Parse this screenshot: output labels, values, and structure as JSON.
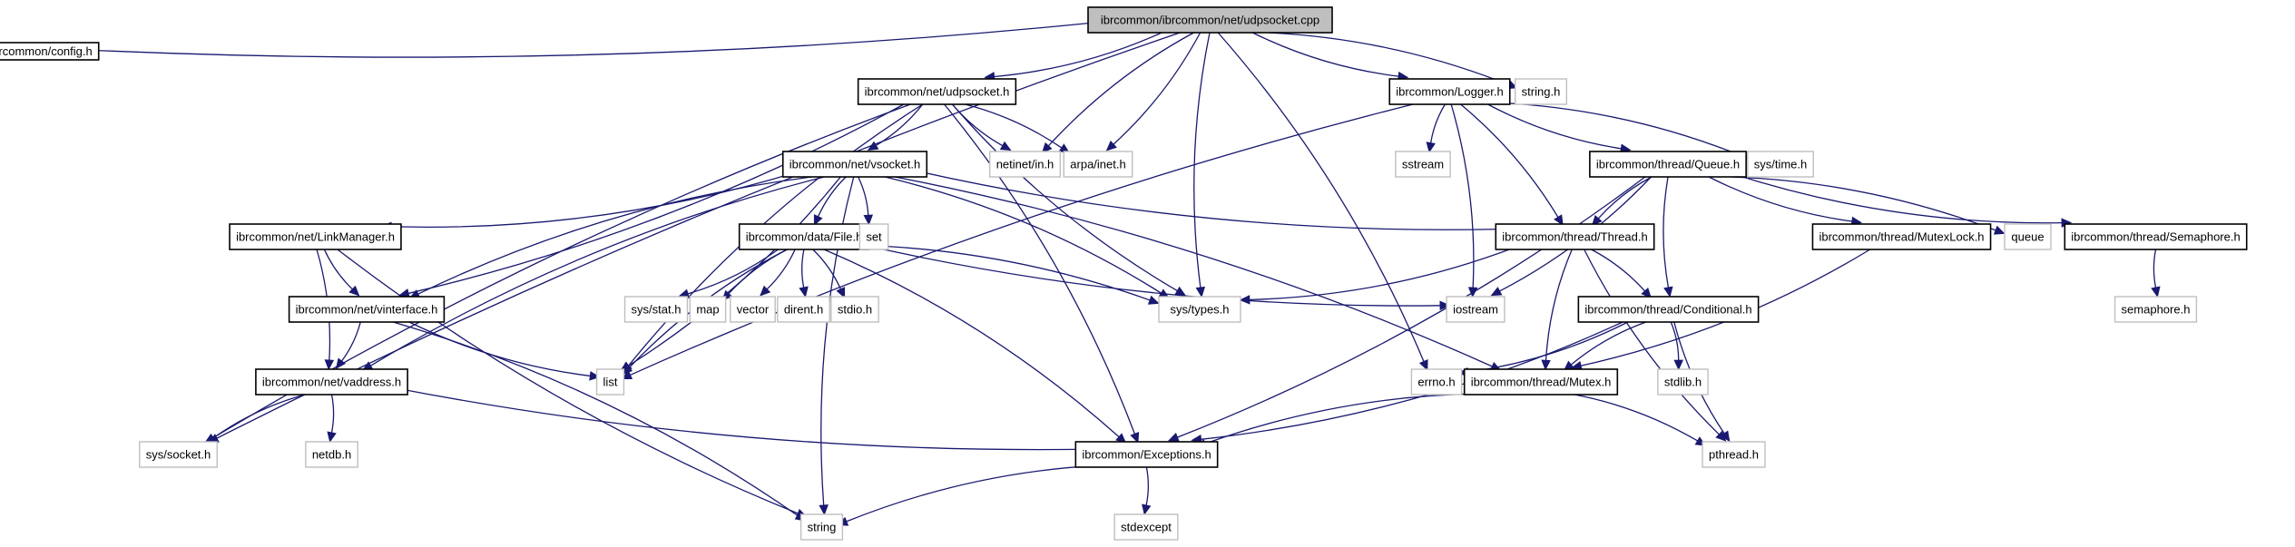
{
  "title": "ibrcommon/ibrcommon/net/udpsocket.cpp",
  "colors": {
    "edge": "#191970",
    "root_fill": "#bfbfbf",
    "internal_border": "#000000",
    "external_border": "#bfbfbf"
  },
  "nodes": [
    {
      "id": "root",
      "label": "ibrcommon/ibrcommon/net/udpsocket.cpp",
      "kind": "root"
    },
    {
      "id": "config",
      "label": "ibrcommon/config.h",
      "kind": "internal"
    },
    {
      "id": "udpsocket_h",
      "label": "ibrcommon/net/udpsocket.h",
      "kind": "internal"
    },
    {
      "id": "logger",
      "label": "ibrcommon/Logger.h",
      "kind": "internal"
    },
    {
      "id": "string_h",
      "label": "string.h",
      "kind": "external"
    },
    {
      "id": "vsocket",
      "label": "ibrcommon/net/vsocket.h",
      "kind": "internal"
    },
    {
      "id": "netinet",
      "label": "netinet/in.h",
      "kind": "external"
    },
    {
      "id": "arpa",
      "label": "arpa/inet.h",
      "kind": "external"
    },
    {
      "id": "sstream",
      "label": "sstream",
      "kind": "external"
    },
    {
      "id": "queue_h",
      "label": "ibrcommon/thread/Queue.h",
      "kind": "internal"
    },
    {
      "id": "systime",
      "label": "sys/time.h",
      "kind": "external"
    },
    {
      "id": "linkmanager",
      "label": "ibrcommon/net/LinkManager.h",
      "kind": "internal"
    },
    {
      "id": "file",
      "label": "ibrcommon/data/File.h",
      "kind": "internal"
    },
    {
      "id": "set",
      "label": "set",
      "kind": "external"
    },
    {
      "id": "thread",
      "label": "ibrcommon/thread/Thread.h",
      "kind": "internal"
    },
    {
      "id": "mutexlock",
      "label": "ibrcommon/thread/MutexLock.h",
      "kind": "internal"
    },
    {
      "id": "queue",
      "label": "queue",
      "kind": "external"
    },
    {
      "id": "semaphore_h",
      "label": "ibrcommon/thread/Semaphore.h",
      "kind": "internal"
    },
    {
      "id": "vinterface",
      "label": "ibrcommon/net/vinterface.h",
      "kind": "internal"
    },
    {
      "id": "sysstat",
      "label": "sys/stat.h",
      "kind": "external"
    },
    {
      "id": "map",
      "label": "map",
      "kind": "external"
    },
    {
      "id": "vector",
      "label": "vector",
      "kind": "external"
    },
    {
      "id": "dirent",
      "label": "dirent.h",
      "kind": "external"
    },
    {
      "id": "stdio",
      "label": "stdio.h",
      "kind": "external"
    },
    {
      "id": "systypes",
      "label": "sys/types.h",
      "kind": "external"
    },
    {
      "id": "iostream",
      "label": "iostream",
      "kind": "external"
    },
    {
      "id": "conditional",
      "label": "ibrcommon/thread/Conditional.h",
      "kind": "internal"
    },
    {
      "id": "semaphore",
      "label": "semaphore.h",
      "kind": "external"
    },
    {
      "id": "vaddress",
      "label": "ibrcommon/net/vaddress.h",
      "kind": "internal"
    },
    {
      "id": "list",
      "label": "list",
      "kind": "external"
    },
    {
      "id": "errno",
      "label": "errno.h",
      "kind": "external"
    },
    {
      "id": "mutex",
      "label": "ibrcommon/thread/Mutex.h",
      "kind": "internal"
    },
    {
      "id": "stdlib",
      "label": "stdlib.h",
      "kind": "external"
    },
    {
      "id": "syssocket",
      "label": "sys/socket.h",
      "kind": "external"
    },
    {
      "id": "netdb",
      "label": "netdb.h",
      "kind": "external"
    },
    {
      "id": "exceptions",
      "label": "ibrcommon/Exceptions.h",
      "kind": "internal"
    },
    {
      "id": "pthread",
      "label": "pthread.h",
      "kind": "external"
    },
    {
      "id": "string",
      "label": "string",
      "kind": "external"
    },
    {
      "id": "stdexcept",
      "label": "stdexcept",
      "kind": "external"
    }
  ],
  "edges": [
    [
      "root",
      "config"
    ],
    [
      "root",
      "syssocket"
    ],
    [
      "root",
      "udpsocket_h"
    ],
    [
      "root",
      "netinet"
    ],
    [
      "root",
      "arpa"
    ],
    [
      "root",
      "systypes"
    ],
    [
      "root",
      "errno"
    ],
    [
      "root",
      "logger"
    ],
    [
      "root",
      "string_h"
    ],
    [
      "udpsocket_h",
      "syssocket"
    ],
    [
      "udpsocket_h",
      "vinterface"
    ],
    [
      "udpsocket_h",
      "list"
    ],
    [
      "udpsocket_h",
      "vsocket"
    ],
    [
      "udpsocket_h",
      "netinet"
    ],
    [
      "udpsocket_h",
      "arpa"
    ],
    [
      "udpsocket_h",
      "systypes"
    ],
    [
      "udpsocket_h",
      "exceptions"
    ],
    [
      "vsocket",
      "vaddress"
    ],
    [
      "vsocket",
      "linkmanager"
    ],
    [
      "vsocket",
      "vinterface"
    ],
    [
      "vsocket",
      "list"
    ],
    [
      "vsocket",
      "file"
    ],
    [
      "vsocket",
      "set"
    ],
    [
      "vsocket",
      "string"
    ],
    [
      "vsocket",
      "systypes"
    ],
    [
      "vsocket",
      "thread"
    ],
    [
      "vsocket",
      "mutex"
    ],
    [
      "linkmanager",
      "vinterface"
    ],
    [
      "linkmanager",
      "vaddress"
    ],
    [
      "linkmanager",
      "string"
    ],
    [
      "vinterface",
      "vaddress"
    ],
    [
      "vinterface",
      "list"
    ],
    [
      "vinterface",
      "string"
    ],
    [
      "vaddress",
      "syssocket"
    ],
    [
      "vaddress",
      "netdb"
    ],
    [
      "vaddress",
      "exceptions"
    ],
    [
      "file",
      "sysstat"
    ],
    [
      "file",
      "map"
    ],
    [
      "file",
      "vector"
    ],
    [
      "file",
      "dirent"
    ],
    [
      "file",
      "stdio"
    ],
    [
      "file",
      "list"
    ],
    [
      "file",
      "systypes"
    ],
    [
      "file",
      "iostream"
    ],
    [
      "file",
      "exceptions"
    ],
    [
      "exceptions",
      "string"
    ],
    [
      "exceptions",
      "stdexcept"
    ],
    [
      "logger",
      "sstream"
    ],
    [
      "logger",
      "iostream"
    ],
    [
      "logger",
      "list"
    ],
    [
      "logger",
      "thread"
    ],
    [
      "logger",
      "queue_h"
    ],
    [
      "logger",
      "systime"
    ],
    [
      "queue_h",
      "thread"
    ],
    [
      "queue_h",
      "iostream"
    ],
    [
      "queue_h",
      "conditional"
    ],
    [
      "queue_h",
      "exceptions"
    ],
    [
      "queue_h",
      "mutexlock"
    ],
    [
      "queue_h",
      "queue"
    ],
    [
      "queue_h",
      "semaphore_h"
    ],
    [
      "thread",
      "systypes"
    ],
    [
      "thread",
      "mutex"
    ],
    [
      "thread",
      "conditional"
    ],
    [
      "thread",
      "pthread"
    ],
    [
      "mutexlock",
      "mutex"
    ],
    [
      "semaphore_h",
      "semaphore"
    ],
    [
      "conditional",
      "errno"
    ],
    [
      "conditional",
      "mutex"
    ],
    [
      "conditional",
      "stdlib"
    ],
    [
      "conditional",
      "pthread"
    ],
    [
      "conditional",
      "exceptions"
    ],
    [
      "mutex",
      "exceptions"
    ],
    [
      "mutex",
      "pthread"
    ]
  ]
}
